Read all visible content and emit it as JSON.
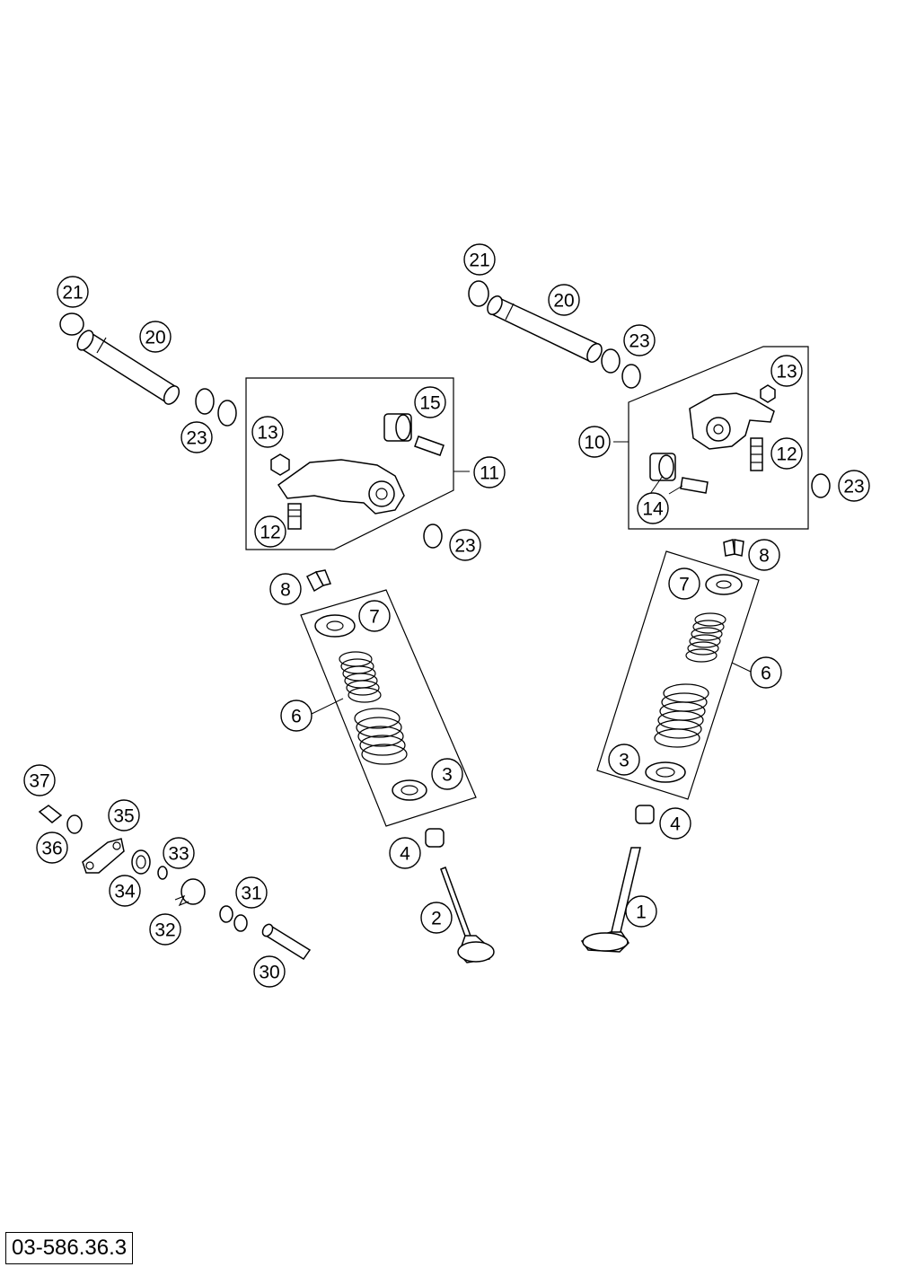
{
  "diagram_ref": "03-586.36.3",
  "callouts": {
    "c21L": "21",
    "c20L": "20",
    "c23L": "23",
    "c15": "15",
    "c13L": "13",
    "c11": "11",
    "c12L": "12",
    "c23L2": "23",
    "c21R": "21",
    "c20R": "20",
    "c23R": "23",
    "c13R": "13",
    "c10": "10",
    "c12R": "12",
    "c14": "14",
    "c23R2": "23",
    "c8L": "8",
    "c7L": "7",
    "c6L": "6",
    "c3L": "3",
    "c4L": "4",
    "c2": "2",
    "c8R": "8",
    "c7R": "7",
    "c6R": "6",
    "c3R": "3",
    "c4R": "4",
    "c1": "1",
    "c37": "37",
    "c35": "35",
    "c36": "36",
    "c33": "33",
    "c34": "34",
    "c31": "31",
    "c32": "32",
    "c30": "30"
  }
}
